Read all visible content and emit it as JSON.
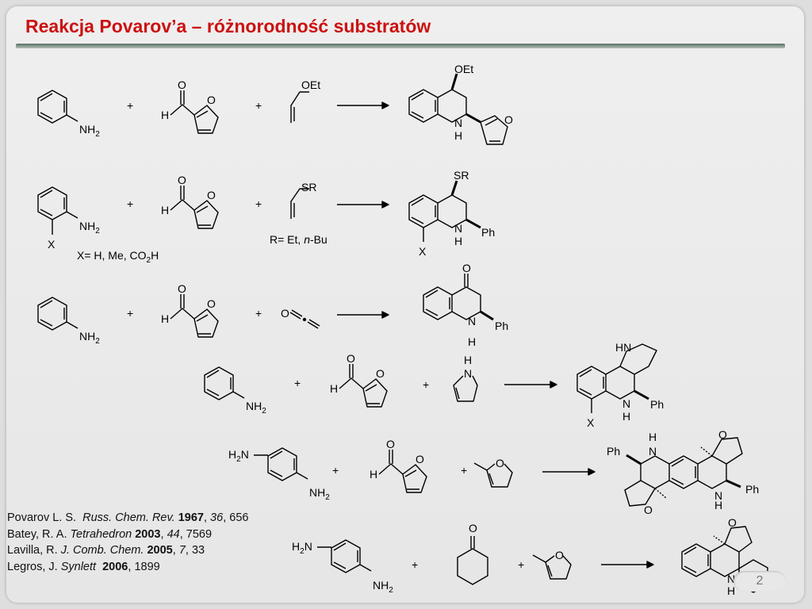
{
  "slide": {
    "title": "Reakcja Povarov’a – różnorodność substratów",
    "page_number": "2"
  },
  "labels": {
    "plus": "+",
    "nh2": "NH",
    "sub2": "2",
    "h2n": "H",
    "n": "N",
    "h": "H",
    "hn": "HN",
    "o": "O",
    "oet": "OEt",
    "sr": "SR",
    "ph": "Ph",
    "x": "X"
  },
  "conditions": {
    "row2_x_main": "X= H, Me, CO",
    "row2_x_sub": "2",
    "row2_x_tail": "H",
    "row2_r_main": "R= Et, ",
    "row2_r_italic": "n",
    "row2_r_tail": "-Bu"
  },
  "references": [
    {
      "author": "Povarov L. S.",
      "journal": "Russ. Chem. Rev.",
      "year": "1967",
      "volume": "36",
      "page": "656"
    },
    {
      "author": "Batey, R. A.",
      "journal": "Tetrahedron",
      "year": "2003",
      "volume": "44",
      "page": "7569"
    },
    {
      "author": "Lavilla, R.",
      "journal": "J. Comb. Chem.",
      "year": "2005",
      "volume": "7",
      "page": "33"
    },
    {
      "author": "Legros, J.",
      "journal": "Synlett",
      "year": "2006",
      "volume": "",
      "page": "1899"
    }
  ]
}
